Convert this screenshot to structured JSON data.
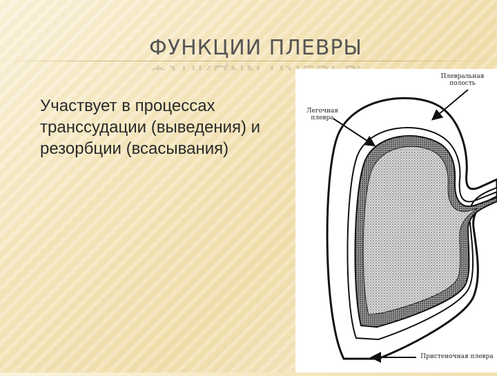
{
  "slide": {
    "title": "ФУНКЦИИ ПЛЕВРЫ",
    "body": "Участвует в процессах транссудации (выведения) и резорбции (всасывания)"
  },
  "figure": {
    "labels": {
      "pleural_cavity_line1": "Плевральная",
      "pleural_cavity_line2": "полость",
      "visceral_line1": "Легочная",
      "visceral_line2": "плевра",
      "parietal": "Пристеночная плевра"
    }
  }
}
